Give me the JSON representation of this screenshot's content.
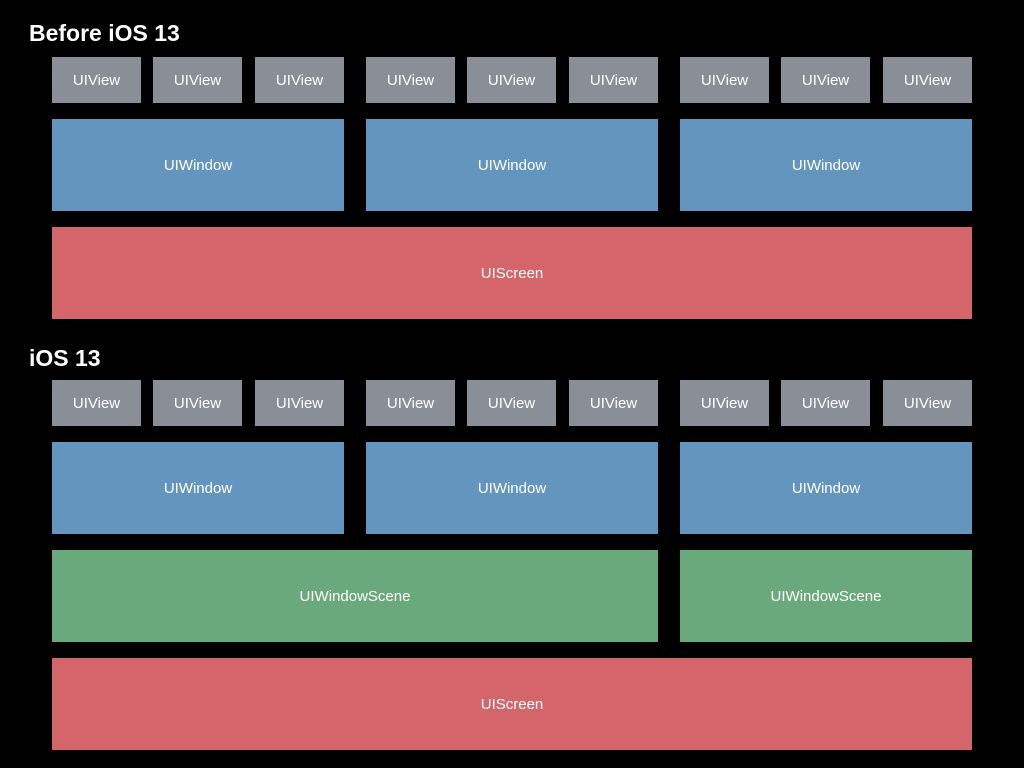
{
  "colors": {
    "background": "#000000",
    "view": "#8a8f97",
    "window": "#6395bf",
    "scene": "#6aa97c",
    "screen": "#d4666b",
    "text": "#ffffff"
  },
  "before": {
    "title": "Before iOS 13",
    "views": [
      "UIView",
      "UIView",
      "UIView",
      "UIView",
      "UIView",
      "UIView",
      "UIView",
      "UIView",
      "UIView"
    ],
    "windows": [
      "UIWindow",
      "UIWindow",
      "UIWindow"
    ],
    "screen": "UIScreen"
  },
  "ios13": {
    "title": "iOS 13",
    "views": [
      "UIView",
      "UIView",
      "UIView",
      "UIView",
      "UIView",
      "UIView",
      "UIView",
      "UIView",
      "UIView"
    ],
    "windows": [
      "UIWindow",
      "UIWindow",
      "UIWindow"
    ],
    "scenes": [
      "UIWindowScene",
      "UIWindowScene"
    ],
    "screen": "UIScreen"
  }
}
